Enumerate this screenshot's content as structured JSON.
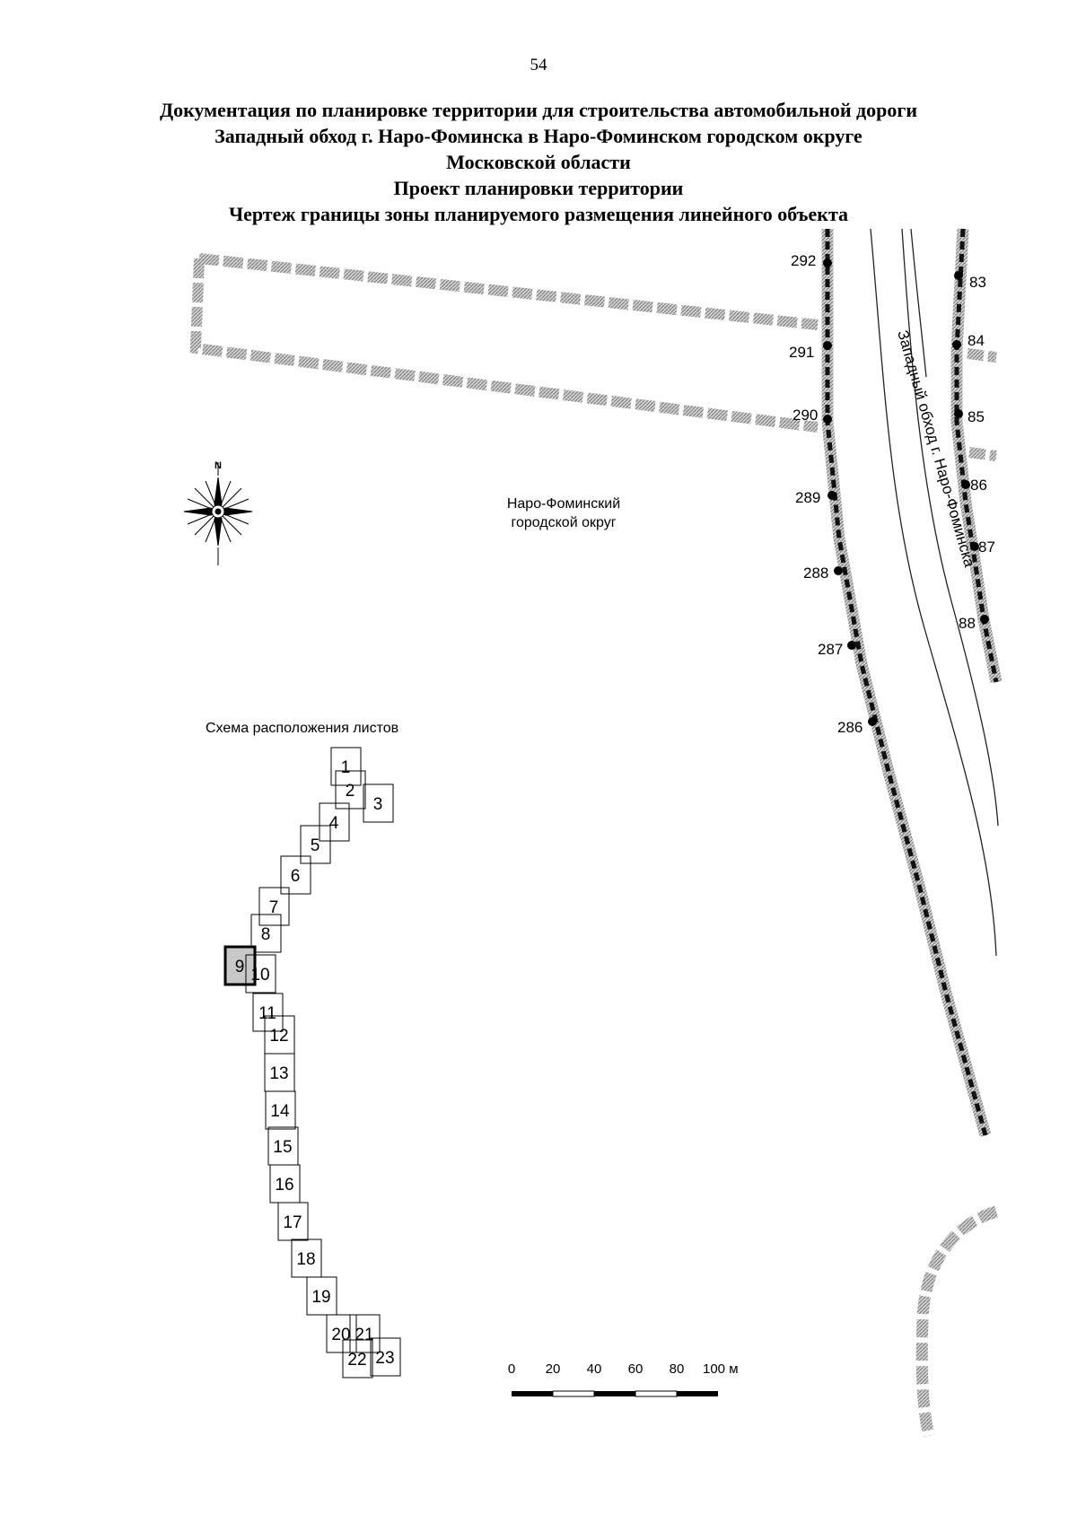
{
  "page_number": "54",
  "header": {
    "lines": [
      "Документация по планировке территории для строительства автомобильной дороги",
      "Западный обход г. Наро-Фоминска в Наро-Фоминском городском округе",
      "Московской области",
      "Проект планировки территории",
      "Чертеж границы зоны планируемого размещения линейного объекта"
    ]
  },
  "map": {
    "district_label_lines": [
      "Наро-Фоминский",
      "городской округ"
    ],
    "road_label": "Западный обход г. Наро-Фоминска",
    "compass": {
      "north_letter": "N",
      "icon": "compass-rose-icon"
    },
    "left_points": [
      "292",
      "291",
      "290",
      "289",
      "288",
      "287",
      "286"
    ],
    "right_points": [
      "83",
      "84",
      "85",
      "86",
      "87",
      "88"
    ],
    "colors": {
      "ink": "#000000",
      "hatch": "#9a9a9a",
      "line": "#222222"
    }
  },
  "sheet_scheme": {
    "title": "Схема расположения листов",
    "sheets": [
      "1",
      "2",
      "3",
      "4",
      "5",
      "6",
      "7",
      "8",
      "9",
      "10",
      "11",
      "12",
      "13",
      "14",
      "15",
      "16",
      "17",
      "18",
      "19",
      "20",
      "21",
      "22",
      "23"
    ],
    "highlighted_sheet": "9"
  },
  "scale_bar": {
    "ticks": [
      "0",
      "20",
      "40",
      "60",
      "80",
      "100 м"
    ]
  }
}
